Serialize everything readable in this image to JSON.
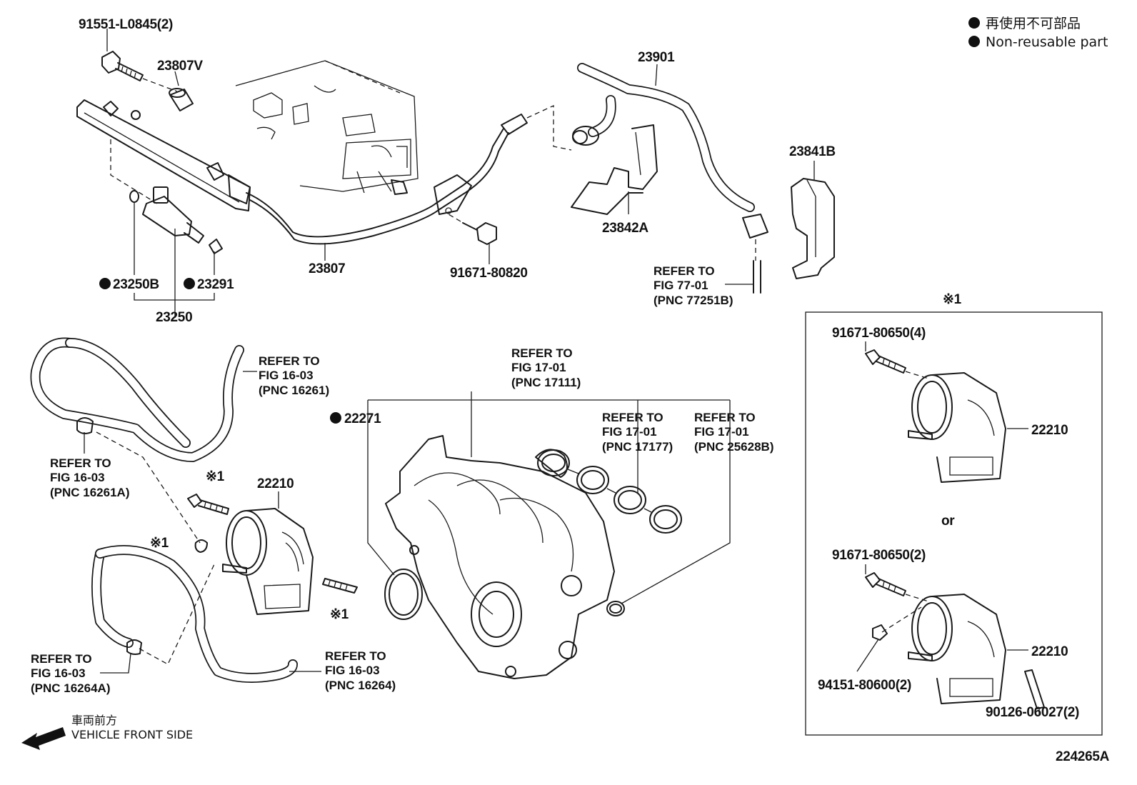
{
  "legend": {
    "line1": "再使用不可部品",
    "line2": "Non-reusable part"
  },
  "parts": {
    "p91551": "91551-L0845(2)",
    "p23807V": "23807V",
    "p23901": "23901",
    "p23841B": "23841B",
    "p23842A": "23842A",
    "p23250B": "23250B",
    "p23291": "23291",
    "p23250": "23250",
    "p23807": "23807",
    "p91671_80820": "91671-80820",
    "p22271": "22271",
    "p22210_main": "22210",
    "p22210_alt1": "22210",
    "p22210_alt2": "22210",
    "p91671_80650_4": "91671-80650(4)",
    "p91671_80650_2": "91671-80650(2)",
    "p94151": "94151-80600(2)",
    "p90126": "90126-06027(2)",
    "or": "or",
    "note1": "※1",
    "note_box": "※1",
    "note_a": "※1",
    "note_b": "※1",
    "diagram_id": "224265A"
  },
  "refs": {
    "r77": {
      "l1": "REFER TO",
      "l2": "FIG 77-01",
      "l3": "(PNC 77251B)"
    },
    "r16261": {
      "l1": "REFER TO",
      "l2": "FIG 16-03",
      "l3": "(PNC 16261)"
    },
    "r16261A": {
      "l1": "REFER TO",
      "l2": "FIG 16-03",
      "l3": "(PNC 16261A)"
    },
    "r17111": {
      "l1": "REFER TO",
      "l2": "FIG 17-01",
      "l3": "(PNC 17111)"
    },
    "r17177": {
      "l1": "REFER TO",
      "l2": "FIG 17-01",
      "l3": "(PNC 17177)"
    },
    "r25628B": {
      "l1": "REFER TO",
      "l2": "FIG 17-01",
      "l3": "(PNC 25628B)"
    },
    "r16264A": {
      "l1": "REFER TO",
      "l2": "FIG 16-03",
      "l3": "(PNC 16264A)"
    },
    "r16264": {
      "l1": "REFER TO",
      "l2": "FIG 16-03",
      "l3": "(PNC 16264)"
    }
  },
  "front": {
    "line1": "車両前方",
    "line2": "VEHICLE FRONT SIDE"
  }
}
